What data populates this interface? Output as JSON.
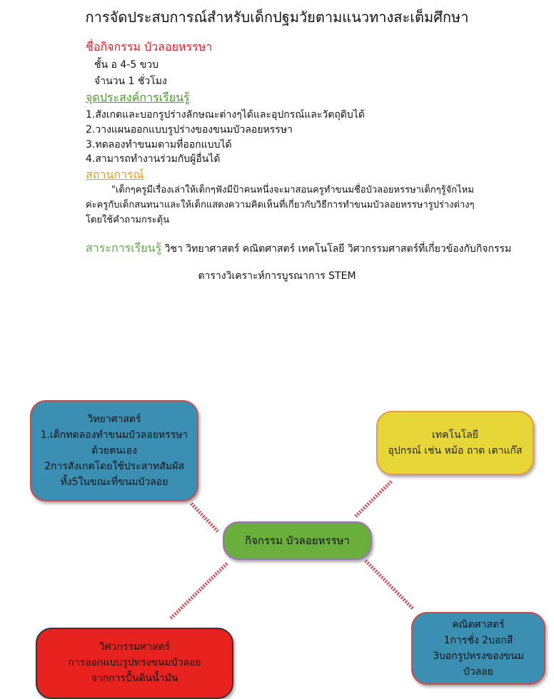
{
  "title": "การจัดประสบการณ์สำหรับเด็กปฐมวัยตามแนวทางสะเต็มศึกษา",
  "activity": {
    "name": "ชื่อกิจกรรม  บัวลอยหรรษา",
    "grade": "ชั้น อ 4-5 ขวบ",
    "duration": "จำนวน    1  ชั่วโมง"
  },
  "objectives": {
    "heading": "จุดประสงค์การเรียนรู้",
    "items": [
      "1.สังเกตและบอกรูปร่างลักษณะต่างๆได้และอุปกรณ์และวัตถุดิบได้",
      "2.วางแผนออกแบบรูปร่างของขนมบัวลอยหรรษา",
      "3.ทดลองทำขนมตามที่ออกแบบได้",
      "4.สามารถทำงานร่วมกับผู้อื่นได้"
    ]
  },
  "situation": {
    "heading": "สถานการณ์",
    "lines": [
      "\"เด็กๆครูมีเรื่องเล่าให้เด็กๆฟังมีป้าคนหนึ่งจะมาสอนครูทำขนมชื่อบัวลอยหรรษาเด็กๆรู้จักไหม",
      "ค่ะครูกับเด็กสนทนาและให้เด็กแสดงความคิดเห็นที่เกี่ยวกับวิธีการทำขนมบัวลอยหรรษารูปร่างต่างๆ",
      "โดยใช้คำถามกระตุ้น"
    ]
  },
  "content": {
    "heading": "สาระการเรียนรู้",
    "text": " วิชา วิทยาศาสตร์ คณิตศาสตร์ เทคโนโลยี วิศวกรรมศาสตร์ที่เกี่ยวข้องกับกิจกรรม"
  },
  "table_caption": "ตารางวิเคราะห์การบูรณาการ STEM",
  "diagram": {
    "center": "กิจกรรม  บัวลอยหรรษา",
    "science": [
      "วิทยาศาสตร์",
      "1.เด็กทดลองทำขนมบัวลอยหรรษา",
      "ด้วยตนเอง",
      "2การสังเกตโดยใช้ประสาทสัมผัส",
      "ทั้ง5ในขณะที่ขนมบัวลอย"
    ],
    "technology": [
      "เทคโนโลยี",
      "อุปกรณ์ เช่น  หม้อ  ถาด เตาแก๊ส"
    ],
    "engineering": [
      "วิศวกรรมศาสตร์",
      "การออกแบบรูปทรงขนมบัวลอย",
      "จากการปั้นดินน้ำมัน"
    ],
    "math": [
      "คณิตศาสตร์",
      "1การชั่ง 2บอกสี",
      "3บอกรูปทรงของขนม",
      "บัวลอย"
    ],
    "connector_color": "#d64550"
  }
}
